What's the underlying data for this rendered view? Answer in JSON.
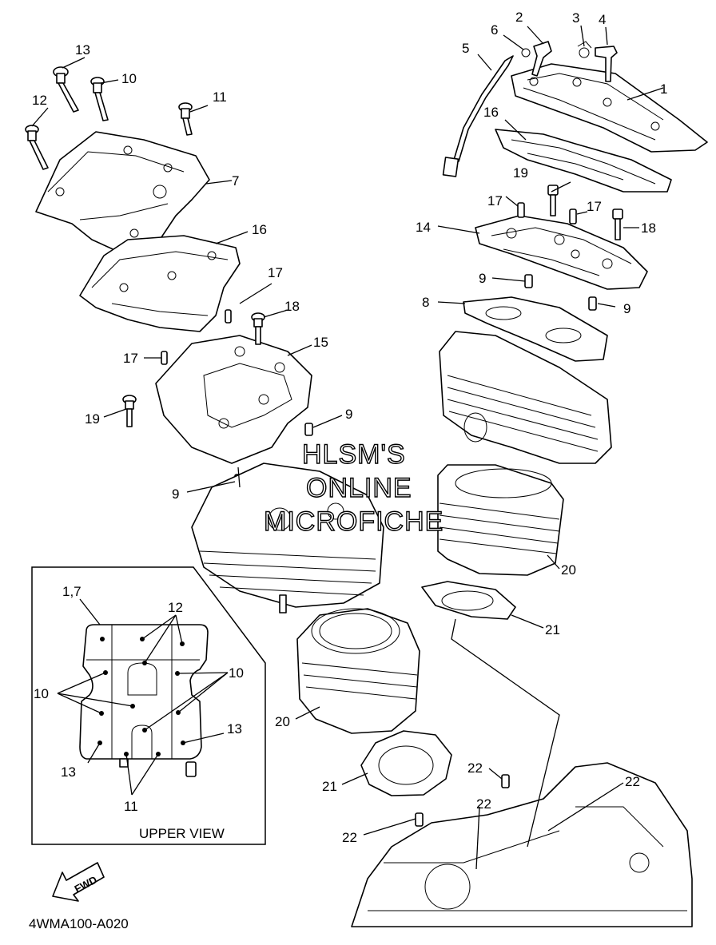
{
  "diagram": {
    "code": "4WMA100-A020",
    "inset_title": "UPPER VIEW",
    "fwd_label": "FWD",
    "watermark": [
      "HLSM'S",
      "ONLINE",
      "MICROFICHE"
    ],
    "callouts": {
      "c1": "1",
      "c2": "2",
      "c3": "3",
      "c4": "4",
      "c5": "5",
      "c6": "6",
      "c7": "7",
      "c8": "8",
      "c9a": "9",
      "c9b": "9",
      "c9c": "9",
      "c9d": "9",
      "c10": "10",
      "c11": "11",
      "c12": "12",
      "c13": "13",
      "c14": "14",
      "c15": "15",
      "c16a": "16",
      "c16b": "16",
      "c17a": "17",
      "c17b": "17",
      "c17c": "17",
      "c17d": "17",
      "c18a": "18",
      "c18b": "18",
      "c19a": "19",
      "c19b": "19",
      "c20a": "20",
      "c20b": "20",
      "c21a": "21",
      "c21b": "21",
      "c22a": "22",
      "c22b": "22",
      "c22c": "22",
      "c22d": "22"
    },
    "inset_callouts": {
      "i17": "1,7",
      "i12": "12",
      "i10l": "10",
      "i10r": "10",
      "i13l": "13",
      "i13r": "13",
      "i11": "11"
    }
  }
}
